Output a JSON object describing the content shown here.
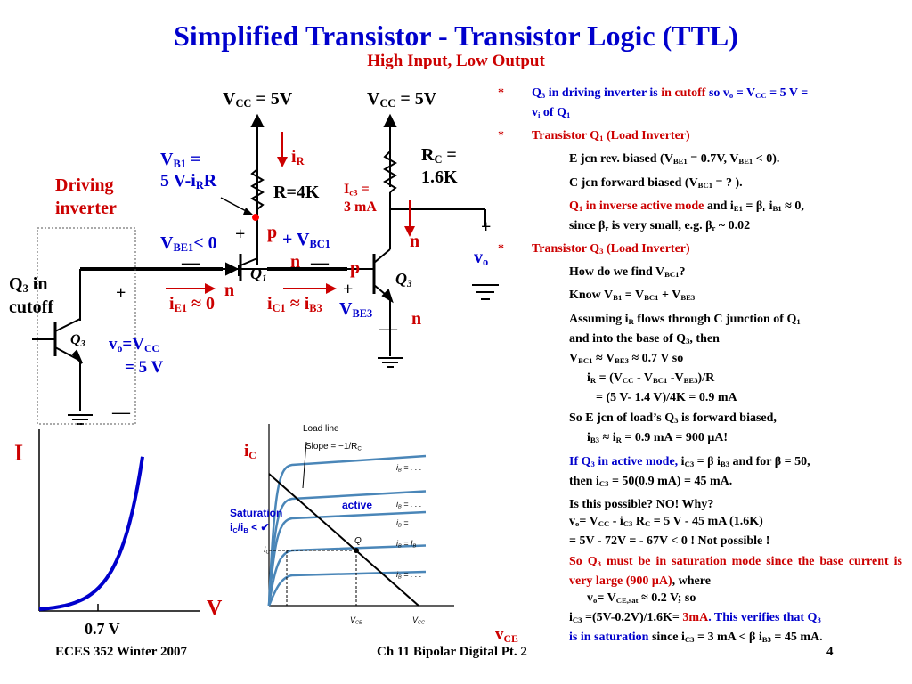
{
  "title": "Simplified  Transistor - Transistor  Logic  (TTL)",
  "subtitle": "High  Input, Low Output",
  "circuit": {
    "vcc_left": "V",
    "vcc_left_sub": "CC",
    "vcc_left_val": " = 5V",
    "vcc_right": "V",
    "vcc_right_sub": "CC",
    "vcc_right_val": " = 5V",
    "ir": "i",
    "ir_sub": "R",
    "vb1_line1a": "V",
    "vb1_line1sub": "B1",
    "vb1_line1b": " =",
    "vb1_line2a": "5 V-i",
    "vb1_line2sub": "R",
    "vb1_line2b": "R",
    "r_label": "R=4K",
    "ic3_a": "I",
    "ic3_sub": "c3",
    "ic3_b": " =",
    "ic3_val": "3 mA",
    "rc_a": "R",
    "rc_sub": "C",
    "rc_b": " =",
    "rc_val": "1.6K",
    "driving_1": "Driving",
    "driving_2": "inverter",
    "vbe1_a": "V",
    "vbe1_sub": "BE1",
    "vbe1_b": "< 0",
    "p1": "p",
    "plus_vbc1": "+ V",
    "vbc1_sub": "BC1",
    "n_top": "n",
    "n_right": "n",
    "p2": "p",
    "n_left": "n",
    "n_bottom": "n",
    "q1": "Q",
    "q1_sub": "1",
    "q3": "Q",
    "q3_sub": "3",
    "q3b": "Q",
    "q3b_sub": "3",
    "vo_a": "v",
    "vo_sub": "o",
    "q3_cutoff_a": "Q",
    "q3_cutoff_sub": "3",
    "q3_cutoff_b": " in",
    "q3_cutoff_c": "cutoff",
    "ie1_a": "i",
    "ie1_sub": "E1",
    "ie1_b": " ≈ 0",
    "ic1_a": "i",
    "ic1_sub": "C1",
    "ic1_b": " ≈ i",
    "ic1_sub2": "B3",
    "vbe3_a": "V",
    "vbe3_sub": "BE3",
    "vovcc_a": "v",
    "vovcc_sub": "o",
    "vovcc_b": "=V",
    "vovcc_sub2": "CC",
    "vovcc_line2": "= 5 V",
    "plus": "+",
    "minus": "—"
  },
  "iv_plot": {
    "y_label": "I",
    "x_label": "V",
    "tick": "0.7 V"
  },
  "char_plot": {
    "y_label_a": "i",
    "y_label_sub": "C",
    "x_label_a": "v",
    "x_label_sub": "CE",
    "load_line": "Load line",
    "slope": "Slope = −",
    "slope_num": "1",
    "slope_den": "R",
    "slope_den_sub": "C",
    "saturation_1": "Saturation",
    "saturation_2a": "i",
    "saturation_2sub": "C",
    "saturation_2b": "/i",
    "saturation_2sub2": "B",
    "saturation_2c": " < ",
    "check_mark": "✔",
    "active": "active",
    "q_point": "Q",
    "ib_labels": [
      "i",
      "i",
      "i",
      "i",
      "i"
    ],
    "ib_texts": [
      " = . . .",
      " = . . .",
      " = . . .",
      " = I",
      " = . . ."
    ],
    "ib_sub": "B",
    "ic_axis": "I",
    "ic_axis_sub": "C",
    "vce_axis": "V",
    "vce_axis_sub": "CE",
    "vcc_axis": "V",
    "vcc_axis_sub": "CC"
  },
  "notes": {
    "star": "*",
    "bullet": "",
    "n1": {
      "a": "Q",
      "a_sub": "3",
      "b": "  in  driving  inverter  is  ",
      "c": "in  cutoff",
      "d": "  so  v",
      "d_sub": "o",
      "e": " = V",
      "e_sub": "CC",
      "f": " = 5 V =",
      "g": "v",
      "g_sub": "i",
      "h": "  of  Q",
      "h_sub": "1"
    },
    "n2": {
      "a": "Transistor  Q",
      "a_sub": "1",
      "b": "   (Load Inverter)"
    },
    "n2a": {
      "a": "E  jcn  rev. biased  (V",
      "a_sub": "BE1",
      "b": " = 0.7V, V",
      "b_sub": "BE1",
      "c": " < 0)."
    },
    "n2b": {
      "a": "C  jcn  forward  biased  (V",
      "a_sub": "BC1",
      "b": " = ? )."
    },
    "n2c": {
      "a": "Q",
      "a_sub": "1",
      "b": "  in  inverse  active  mode",
      "c": "  and  i",
      "c_sub": "E1",
      "d": " = β",
      "d_sub": "r",
      "e": " i",
      "e_sub": "B1",
      "f": " ≈ 0,",
      "g": "since β",
      "g_sub": "r",
      "h": "  is  very  small,  e.g. β",
      "h_sub": "r",
      "i": " ~ 0.02"
    },
    "n3": {
      "a": "Transistor  Q",
      "a_sub": "3",
      "b": "  (Load Inverter)"
    },
    "n3a": {
      "a": "How  do  we  find V",
      "a_sub": "BC1",
      "b": "?"
    },
    "n3b": {
      "a": "Know  V",
      "a_sub": "B1",
      "b": " = V",
      "b_sub": "BC1",
      "c": " + V",
      "c_sub": "BE3"
    },
    "n3c": {
      "a": "Assuming  i",
      "a_sub": "R",
      "b": "  flows  through  C  junction  of  Q",
      "b_sub": "1",
      "c": "and  into  the  base  of  Q",
      "c_sub": "3",
      "d": ",  then",
      "e": "V",
      "e_sub": "BC1",
      "f": " ≈ V",
      "f_sub": "BE3",
      "g": " ≈ 0.7 V  so",
      "h": "i",
      "h_sub": "R",
      "i": " = (V",
      "i_sub": "CC",
      "j": " - V",
      "j_sub": "BC1",
      "k": " -V",
      "k_sub": "BE3",
      "l": ")/R",
      "m": "= (5 V- 1.4 V)/4K = 0.9 mA"
    },
    "n3d": {
      "a": "So  E  jcn  of  load’s  Q",
      "a_sub": "3",
      "b": "  is  forward  biased,",
      "c": "i",
      "c_sub": "B3",
      "d": " ≈ i",
      "d_sub": "R",
      "e": " = 0.9 mA = 900 μA!"
    },
    "n3e": {
      "a": "If  Q",
      "a_sub": "3",
      "b": "  in  active  mode,",
      "c": " i",
      "c_sub": "C3",
      "d": " = β i",
      "d_sub": "B3",
      "e": " and  for  β = 50,",
      "f": "then  i",
      "f_sub": "C3",
      "g": " = 50(0.9 mA) =  45 mA."
    },
    "n3f": {
      "a": "Is  this  possible?  NO!  Why?",
      "b": "v",
      "b_sub": "o",
      "c": "= V",
      "c_sub": "CC",
      "d": " - i",
      "d_sub": "C3",
      "e": " R",
      "e_sub": "C",
      "f": " = 5 V - 45 mA (1.6K)",
      "g": "= 5V - 72V = - 67V < 0 !  Not possible !"
    },
    "n3g": {
      "a": "So Q",
      "a_sub": "3",
      "b": "  must  be  in  saturation  mode  since  the  base  current  is  very  large  (900 μA)",
      "c": ",  where",
      "d": "v",
      "d_sub": "o",
      "e": "= V",
      "e_sub": "CE,sat",
      "f": " ≈ 0.2 V;  so",
      "g": "i",
      "g_sub": "C3",
      "h": " =(5V-0.2V)/1.6K= ",
      "i": "3mA",
      "j": ".  This  verifies  that  Q",
      "j_sub": "3",
      "k": "  is  in  saturation",
      "l": "  since i",
      "l_sub": "C3",
      "m": " = 3 mA < β i",
      "m_sub": "B3",
      "n": " = 45 mA."
    }
  },
  "footer": {
    "left": "ECES 352  Winter 2007",
    "mid": "Ch 11 Bipolar  Digital Pt. 2",
    "right": "4"
  }
}
